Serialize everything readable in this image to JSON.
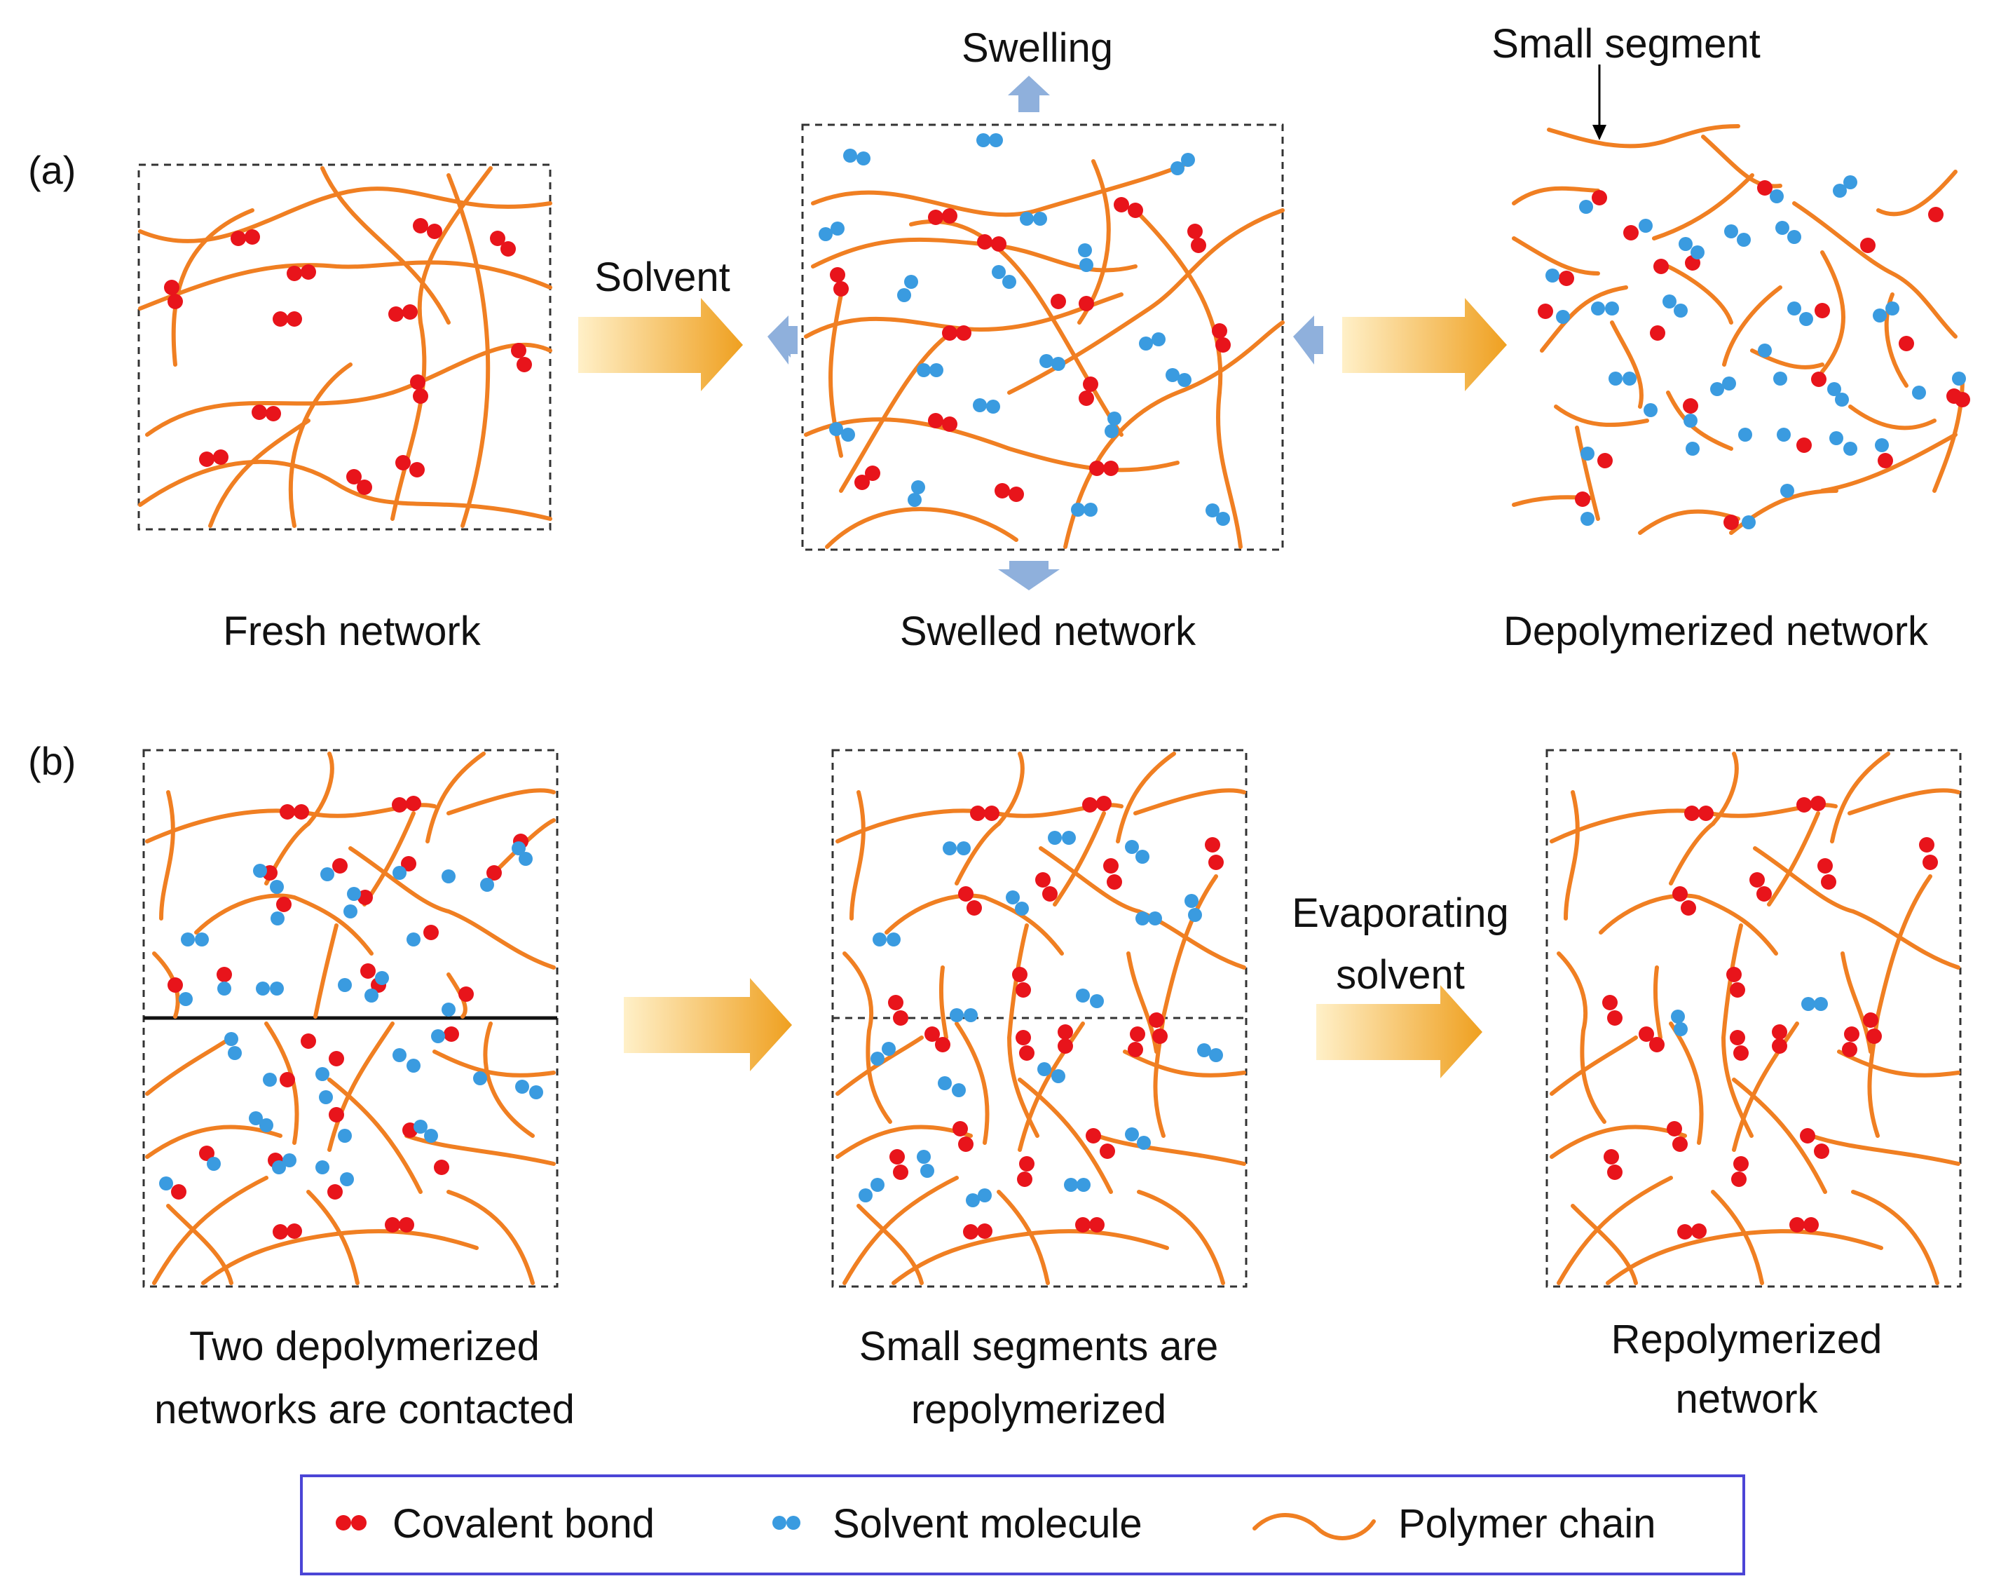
{
  "colors": {
    "polymer_chain": "#F07F22",
    "covalent_bond": "#E8141B",
    "solvent_molecule": "#3A9BE0",
    "process_arrow_light": "#FFF0C8",
    "process_arrow_dark": "#EFA020",
    "swelling_arrow": "#8FB0DC",
    "legend_border": "#4B45D6"
  },
  "panel_a": {
    "tag": "(a)",
    "fresh_label": "Fresh network",
    "solvent_label": "Solvent",
    "swelling_label": "Swelling",
    "swelled_label": "Swelled network",
    "small_segment_label": "Small segment",
    "depolymerized_label": "Depolymerized network"
  },
  "panel_b": {
    "tag": "(b)",
    "contacted_label_line1": "Two depolymerized",
    "contacted_label_line2": "networks are contacted",
    "repolymerizing_label_line1": "Small segments are",
    "repolymerizing_label_line2": "repolymerized",
    "evaporating_label_line1": "Evaporating",
    "evaporating_label_line2": "solvent",
    "repolymerized_label_line1": "Repolymerized",
    "repolymerized_label_line2": "network"
  },
  "legend": {
    "covalent_bond": "Covalent bond",
    "solvent_molecule": "Solvent molecule",
    "polymer_chain": "Polymer chain"
  }
}
